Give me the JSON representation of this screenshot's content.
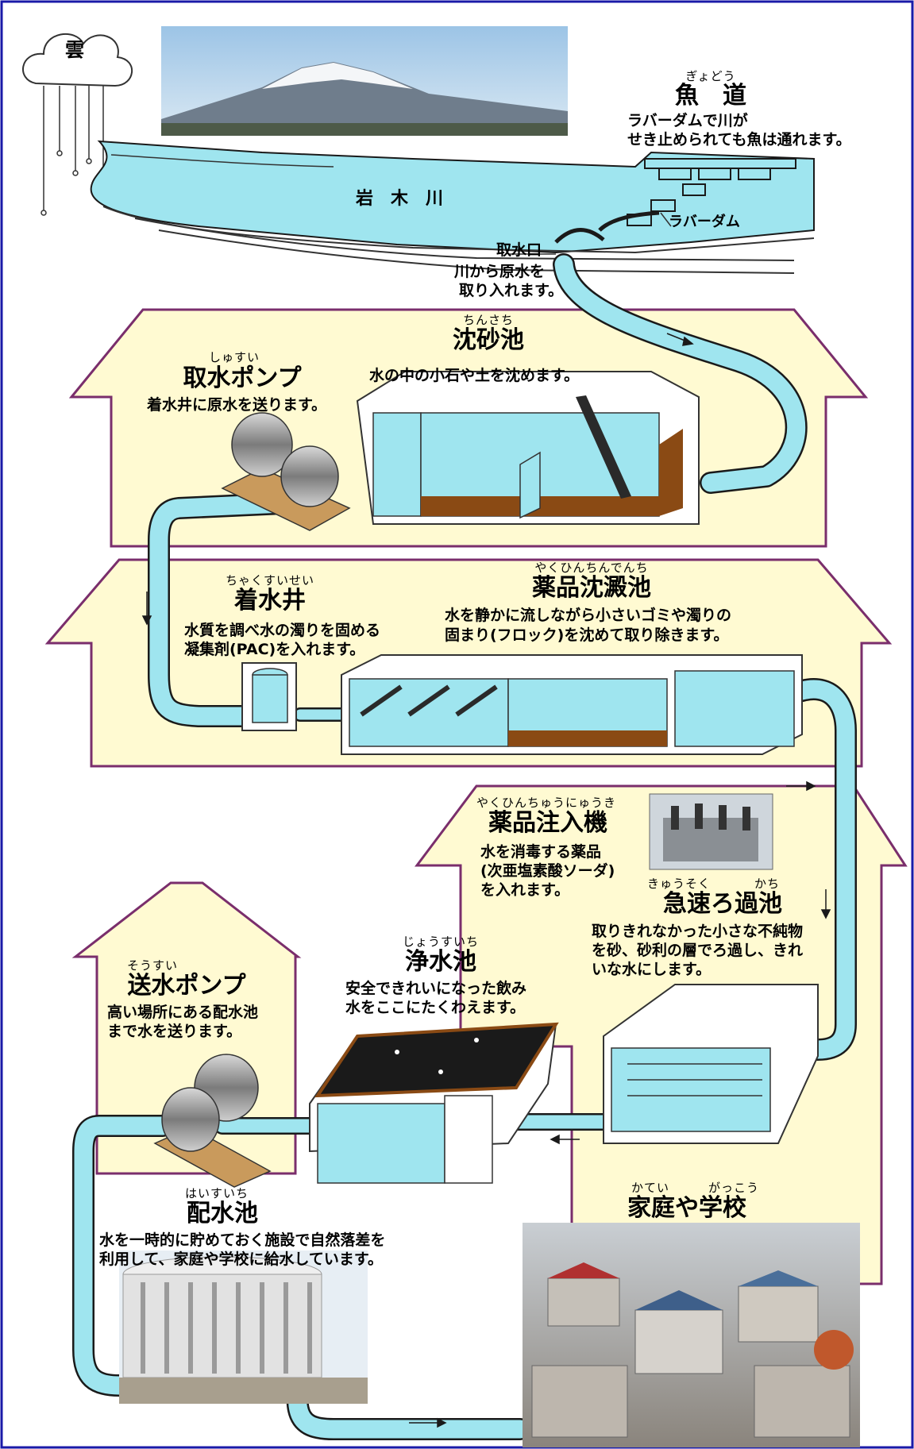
{
  "colors": {
    "water": "#9fe5ef",
    "water_stroke": "#1a1a1a",
    "house": "#fffad2",
    "house_stroke": "#7a2e6c",
    "sediment": "#8a4a14",
    "border": "#1a1aa8"
  },
  "cloud": {
    "label": "雲"
  },
  "river": {
    "name": "岩　木　川"
  },
  "fishway": {
    "ruby": "ぎょどう",
    "title": "魚　道",
    "desc": [
      "ラバーダムで川が",
      "せき止められても魚は通れます。"
    ]
  },
  "rubber_dam": {
    "label": "ラバーダム"
  },
  "intake": {
    "label": "取水口",
    "desc": [
      "川から原水を",
      "取り入れます。"
    ]
  },
  "sand_basin": {
    "ruby": "ちんさち",
    "title": "沈砂池",
    "desc": [
      "水の中の小石や土を沈めます。"
    ]
  },
  "intake_pump": {
    "ruby": "しゅすい",
    "title": "取水ポンプ",
    "desc": [
      "着水井に原水を送ります。"
    ]
  },
  "receiving_well": {
    "ruby": "ちゃくすいせい",
    "title": "着水井",
    "desc": [
      "水質を調べ水の濁りを固める",
      "凝集剤(PAC)を入れます。"
    ]
  },
  "sedimentation": {
    "ruby": "やくひんちんでんち",
    "title": "薬品沈澱池",
    "desc": [
      "水を静かに流しながら小さいゴミや濁りの",
      "固まり(フロック)を沈めて取り除きます。"
    ]
  },
  "chem_injector": {
    "ruby": "やくひんちゅうにゅうき",
    "title": "薬品注入機",
    "desc": [
      "水を消毒する薬品",
      "(次亜塩素酸ソーダ)",
      "を入れます。"
    ]
  },
  "rapid_filter": {
    "ruby": [
      "きゅうそく",
      "かち"
    ],
    "title": "急速ろ過池",
    "desc": [
      "取りきれなかった小さな不純物",
      "を砂、砂利の層でろ過し、きれ",
      "いな水にします。"
    ]
  },
  "clear_well": {
    "ruby": "じょうすいち",
    "title": "浄水池",
    "desc": [
      "安全できれいになった飲み",
      "水をここにたくわえます。"
    ]
  },
  "send_pump": {
    "ruby": "そうすい",
    "title": "送水ポンプ",
    "desc": [
      "高い場所にある配水池",
      "まで水を送ります。"
    ]
  },
  "dist_reservoir": {
    "ruby": "はいすいち",
    "title": "配水池",
    "desc": [
      "水を一時的に貯めておく施設で自然落差を",
      "利用して、家庭や学校に給水しています。"
    ]
  },
  "homes": {
    "ruby": [
      "かてい",
      "がっこう"
    ],
    "title": "家庭や学校"
  }
}
